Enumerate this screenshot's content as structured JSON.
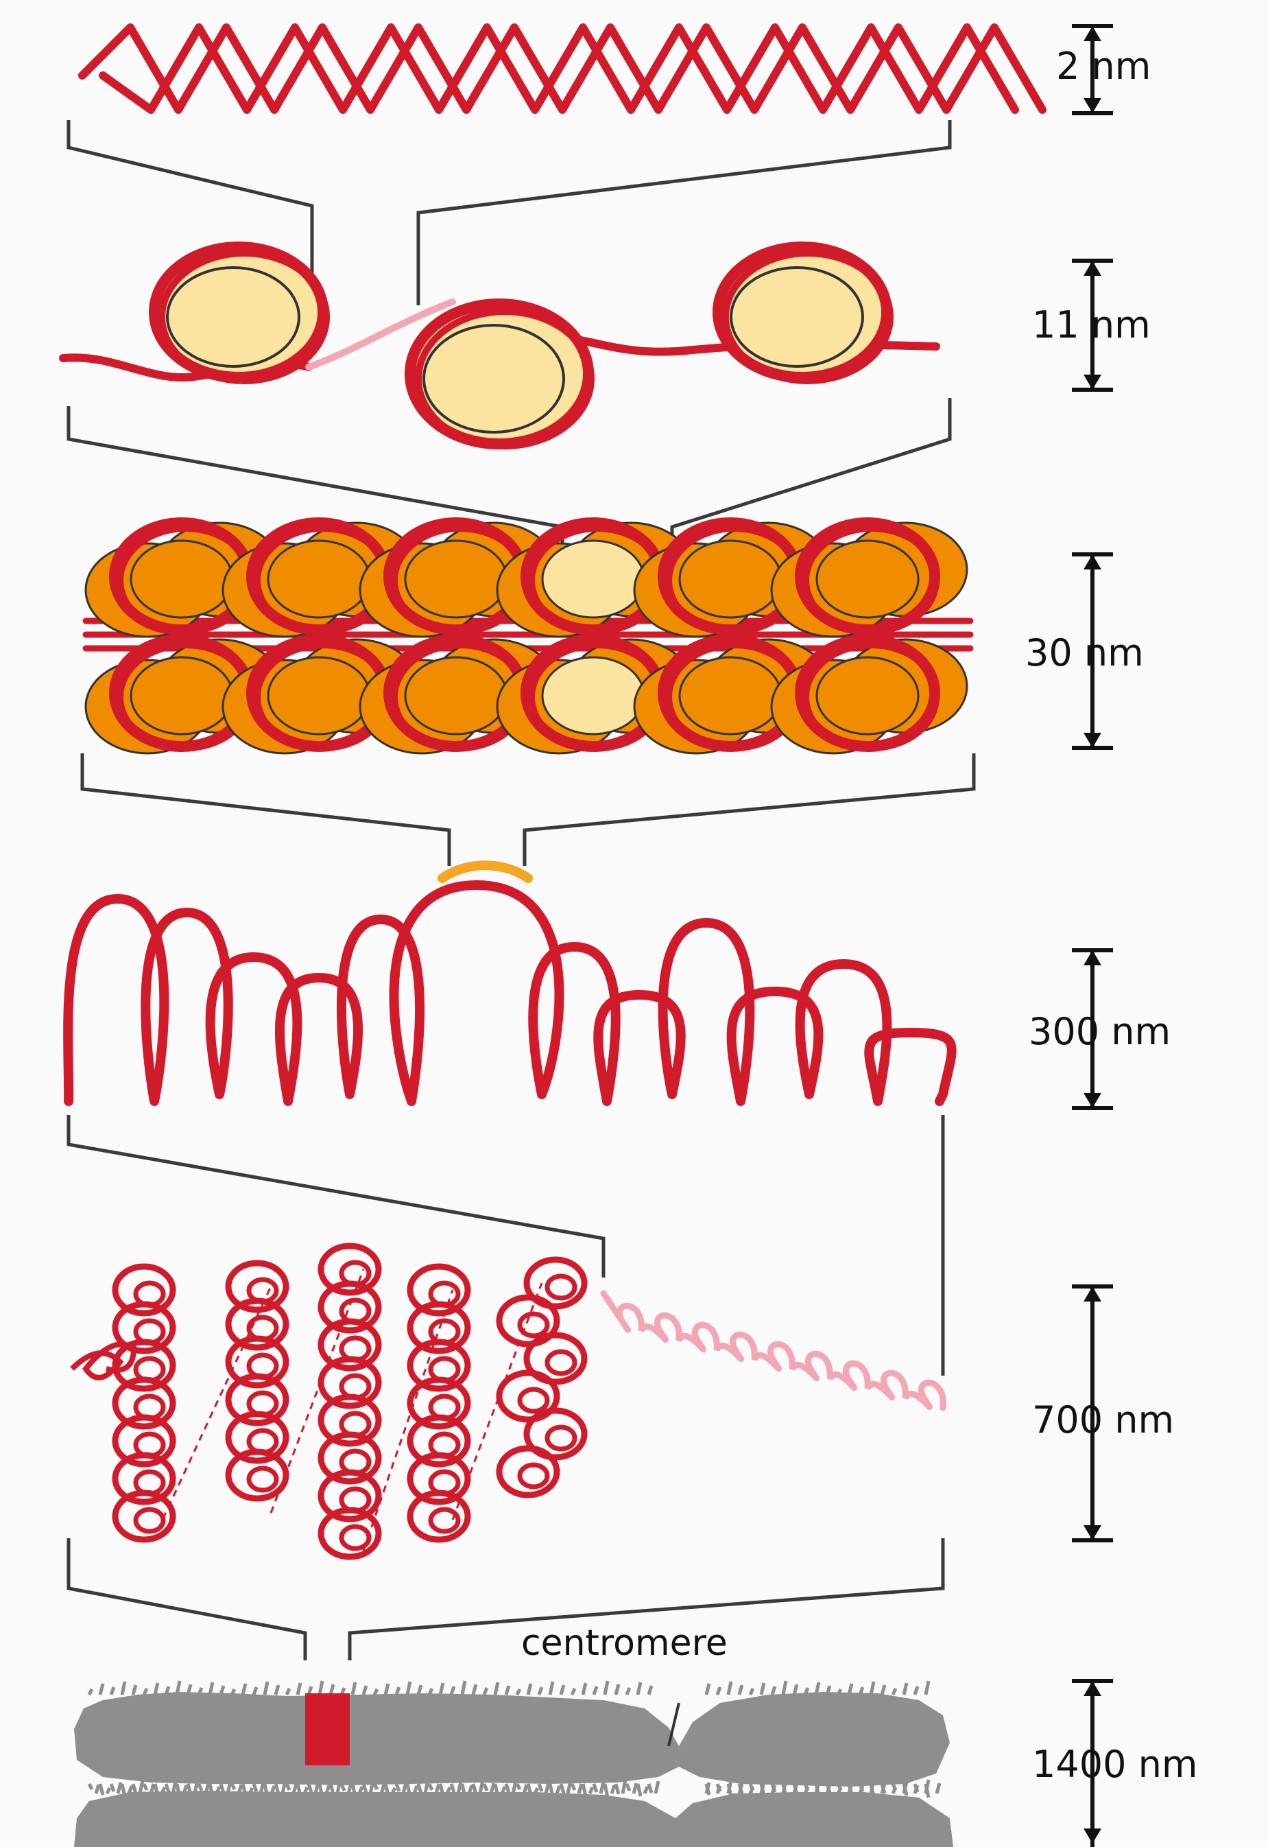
{
  "levels": [
    {
      "name": "dna-double-helix",
      "scale": "2 nm"
    },
    {
      "name": "nucleosome-fiber",
      "scale": "11 nm"
    },
    {
      "name": "chromatin-fiber",
      "scale": "30 nm"
    },
    {
      "name": "looped-domains",
      "scale": "300 nm"
    },
    {
      "name": "condensed-chromatin",
      "scale": "700 nm"
    },
    {
      "name": "metaphase-chromosome",
      "scale": "1400 nm"
    }
  ],
  "annotations": {
    "centromere": "centromere"
  },
  "colors": {
    "dna": "#d11a2a",
    "histone_light": "#fbe3a0",
    "histone_orange": "#f08c00",
    "highlight": "#f5a623",
    "chromosome": "#8e8e8e",
    "faded": "#f3a6b6"
  }
}
